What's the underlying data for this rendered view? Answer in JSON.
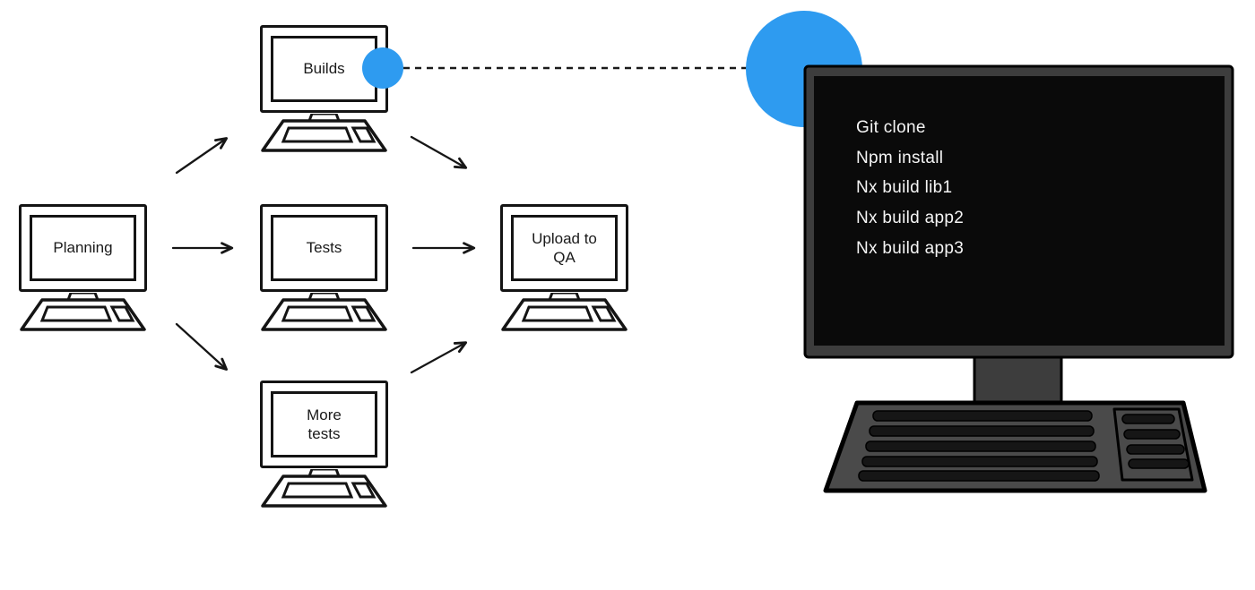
{
  "accent_color": "#2e9bf0",
  "pipeline": {
    "nodes": {
      "planning": {
        "label": "Planning"
      },
      "builds": {
        "label": "Builds"
      },
      "tests": {
        "label": "Tests"
      },
      "more_tests": {
        "label": "More tests"
      },
      "upload_qa": {
        "label": "Upload to QA"
      }
    },
    "edges": [
      {
        "from": "planning",
        "to": "builds"
      },
      {
        "from": "planning",
        "to": "tests"
      },
      {
        "from": "planning",
        "to": "more_tests"
      },
      {
        "from": "builds",
        "to": "upload_qa"
      },
      {
        "from": "tests",
        "to": "upload_qa"
      },
      {
        "from": "more_tests",
        "to": "upload_qa"
      }
    ]
  },
  "zoom_callout": {
    "source_node": "builds"
  },
  "terminal": {
    "lines": [
      "Git clone",
      "Npm install",
      "Nx build lib1",
      "Nx build app2",
      "Nx build app3"
    ],
    "screen_color": "#0a0a0a",
    "frame_color": "#3d3d3d",
    "text_color": "#f5f5f5"
  }
}
